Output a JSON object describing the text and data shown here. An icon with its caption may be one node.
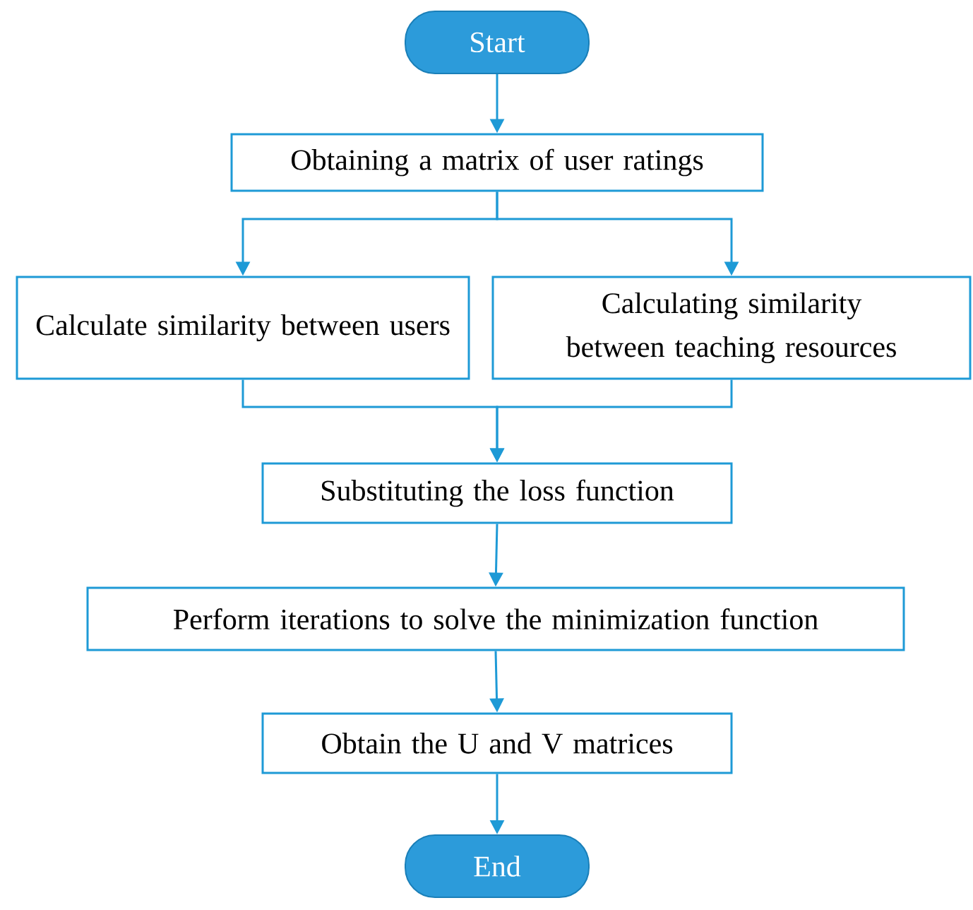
{
  "diagram": {
    "nodes": [
      {
        "text": [
          "Start"
        ]
      },
      {
        "text": [
          "Obtaining a matrix of user ratings"
        ]
      },
      {
        "text": [
          "Calculate similarity between users"
        ]
      },
      {
        "text": [
          "Calculating similarity between teaching resources"
        ]
      },
      {
        "text": [
          "Substituting the loss function"
        ]
      },
      {
        "text": [
          "Perform iterations to solve the minimization function"
        ]
      },
      {
        "text": [
          "Obtain the U and V matrices"
        ]
      },
      {
        "text": [
          "End"
        ]
      }
    ],
    "edges": [
      {
        "from": 0,
        "to": 1,
        "arrow": "to"
      },
      {
        "from": 1,
        "to": 2,
        "arrow": "to"
      },
      {
        "from": 1,
        "to": 3,
        "arrow": "to"
      },
      {
        "from": 2,
        "to": 4,
        "arrow": "to"
      },
      {
        "from": 3,
        "to": 4,
        "arrow": "to"
      },
      {
        "from": 4,
        "to": 5,
        "arrow": "to"
      },
      {
        "from": 5,
        "to": 6,
        "arrow": "to"
      },
      {
        "from": 6,
        "to": 7,
        "arrow": "to"
      }
    ]
  }
}
